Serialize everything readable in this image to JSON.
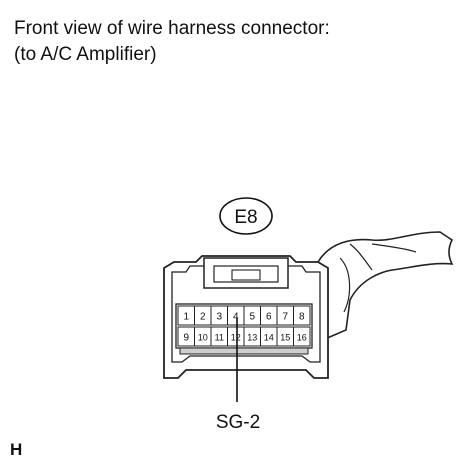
{
  "caption": {
    "line1": "Front view of wire harness connector:",
    "line2": "(to A/C Amplifier)"
  },
  "connector": {
    "id": "E8",
    "pins_row1": [
      "1",
      "2",
      "3",
      "4",
      "5",
      "6",
      "7",
      "8"
    ],
    "pins_row2": [
      "9",
      "10",
      "11",
      "12",
      "13",
      "14",
      "15",
      "16"
    ],
    "callout_pin": "4",
    "callout_label": "SG-2"
  },
  "figure_code": "H"
}
